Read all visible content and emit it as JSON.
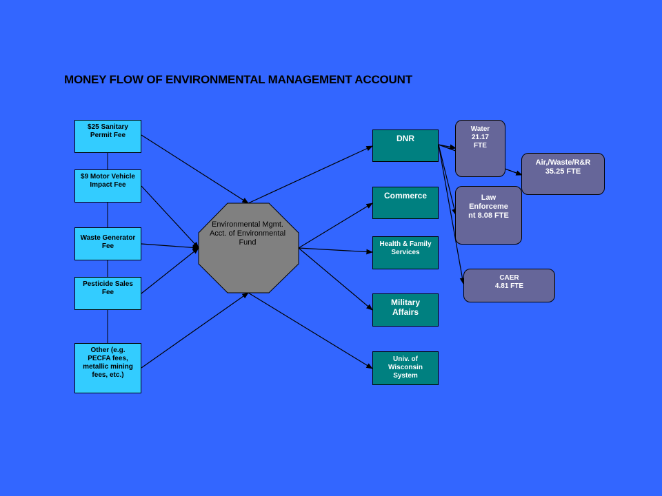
{
  "title": "MONEY FLOW OF ENVIRONMENTAL MANAGEMENT ACCOUNT",
  "fund": {
    "label": "Environmental Mgmt. Acct. of Environmental Fund"
  },
  "sources": [
    {
      "label": "$25 Sanitary Permit Fee"
    },
    {
      "label": "$9 Motor Vehicle Impact Fee"
    },
    {
      "label": "Waste Generator Fee"
    },
    {
      "label": "Pesticide Sales Fee"
    },
    {
      "label": "Other (e.g. PECFA fees, metallic mining fees, etc.)"
    }
  ],
  "departments": [
    {
      "label": "DNR"
    },
    {
      "label": "Commerce"
    },
    {
      "label": "Health & Family Services"
    },
    {
      "label": "Military Affairs"
    },
    {
      "label": "Univ. of Wisconsin System"
    }
  ],
  "dnr_units": [
    {
      "label": "Water\n21.17\nFTE"
    },
    {
      "label": "Air,/Waste/R&R\n35.25 FTE"
    },
    {
      "label": "Law\nEnforceme\nnt  8.08 FTE"
    },
    {
      "label": "CAER\n4.81 FTE"
    }
  ],
  "colors": {
    "background": "#3366ff",
    "source_box": "#33ccff",
    "department_box": "#008080",
    "unit_box": "#666699",
    "fund_octagon": "#808080"
  }
}
